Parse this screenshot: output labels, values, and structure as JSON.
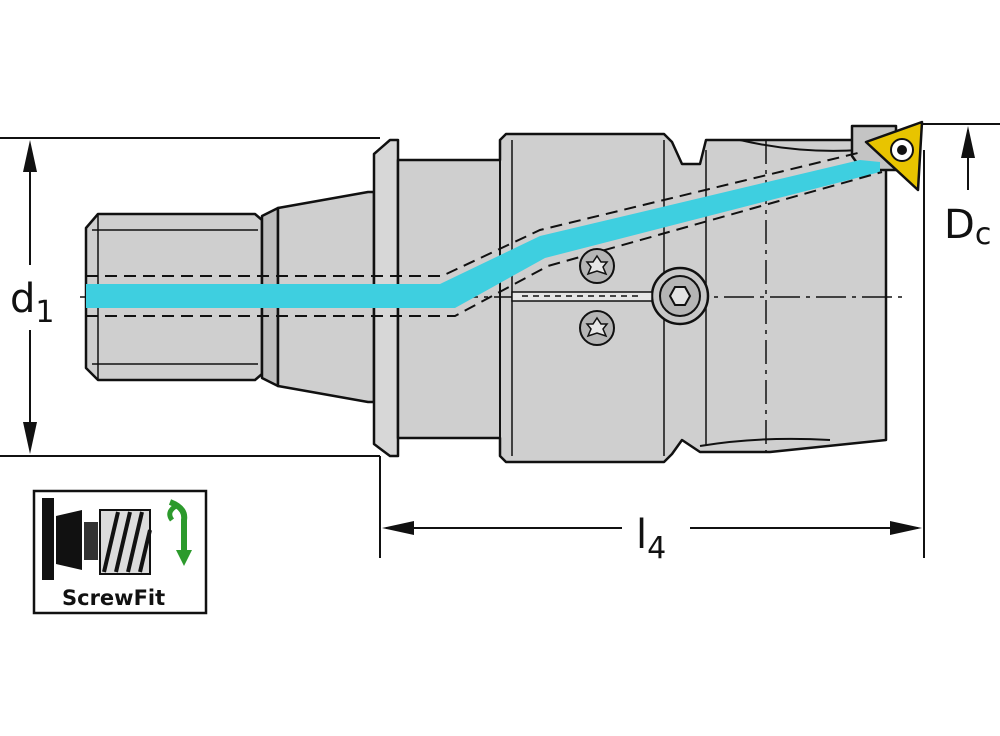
{
  "dimensions": {
    "d1": {
      "main": "d",
      "sub": "1"
    },
    "Dc": {
      "main": "D",
      "sub": "c"
    },
    "l4": {
      "main": "l",
      "sub": "4"
    }
  },
  "logo": {
    "label": "ScrewFit"
  },
  "colors": {
    "body_fill": "#cfcfcf",
    "body_shade": "#b9b9b9",
    "outline": "#111111",
    "coolant": "#3ecfe0",
    "insert": "#e8c400",
    "screw_head": "#b5b5b5",
    "logo_arrow": "#2c9a2c"
  },
  "icons": [
    "screwfit-logo",
    "torx-screw-icon",
    "hex-screw-icon",
    "cutting-insert-icon",
    "rotate-down-arrow-icon"
  ]
}
